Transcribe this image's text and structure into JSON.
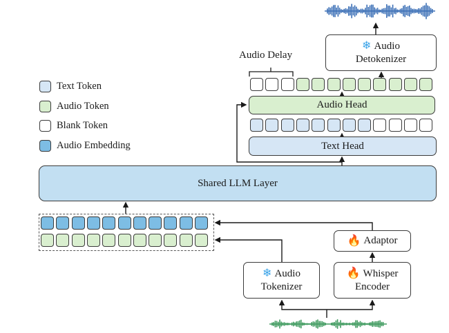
{
  "legend": [
    {
      "label": "Text Token",
      "kind": "text",
      "color": "#d6e6f5"
    },
    {
      "label": "Audio Token",
      "kind": "audio",
      "color": "#d9efcf"
    },
    {
      "label": "Blank Token",
      "kind": "blank",
      "color": "#ffffff"
    },
    {
      "label": "Audio Embedding",
      "kind": "emb",
      "color": "#7dbde4"
    }
  ],
  "blocks": {
    "shared_llm": "Shared LLM Layer",
    "text_head": "Text Head",
    "audio_head": "Audio Head",
    "audio_detokenizer": {
      "line1": "Audio",
      "line2": "Detokenizer",
      "icon": "snowflake-icon"
    },
    "audio_tokenizer": {
      "line1": "Audio",
      "line2": "Tokenizer",
      "icon": "snowflake-icon"
    },
    "whisper_encoder": {
      "line1": "Whisper",
      "line2": "Encoder",
      "icon": "fire-icon"
    },
    "adaptor": {
      "label": "Adaptor",
      "icon": "fire-icon"
    }
  },
  "annotations": {
    "audio_delay": "Audio Delay"
  },
  "token_rows": {
    "audio_output": [
      "blank",
      "blank",
      "blank",
      "audio",
      "audio",
      "audio",
      "audio",
      "audio",
      "audio",
      "audio",
      "audio",
      "audio"
    ],
    "text_output": [
      "text",
      "text",
      "text",
      "text",
      "text",
      "text",
      "text",
      "text",
      "blank",
      "blank",
      "blank",
      "blank"
    ],
    "input_embedding": [
      "emb",
      "emb",
      "emb",
      "emb",
      "emb",
      "emb",
      "emb",
      "emb",
      "emb",
      "emb",
      "emb"
    ],
    "input_audio": [
      "audio",
      "audio",
      "audio",
      "audio",
      "audio",
      "audio",
      "audio",
      "audio",
      "audio",
      "audio",
      "audio"
    ]
  },
  "icons": {
    "snowflake": "❄",
    "fire": "🔥"
  },
  "colors": {
    "text_token": "#d6e6f5",
    "audio_token": "#d9efcf",
    "audio_embedding": "#7dbde4",
    "shared_llm": "#c2dff2",
    "output_wave": "#3b6fb6",
    "input_wave": "#3e9a5e"
  }
}
